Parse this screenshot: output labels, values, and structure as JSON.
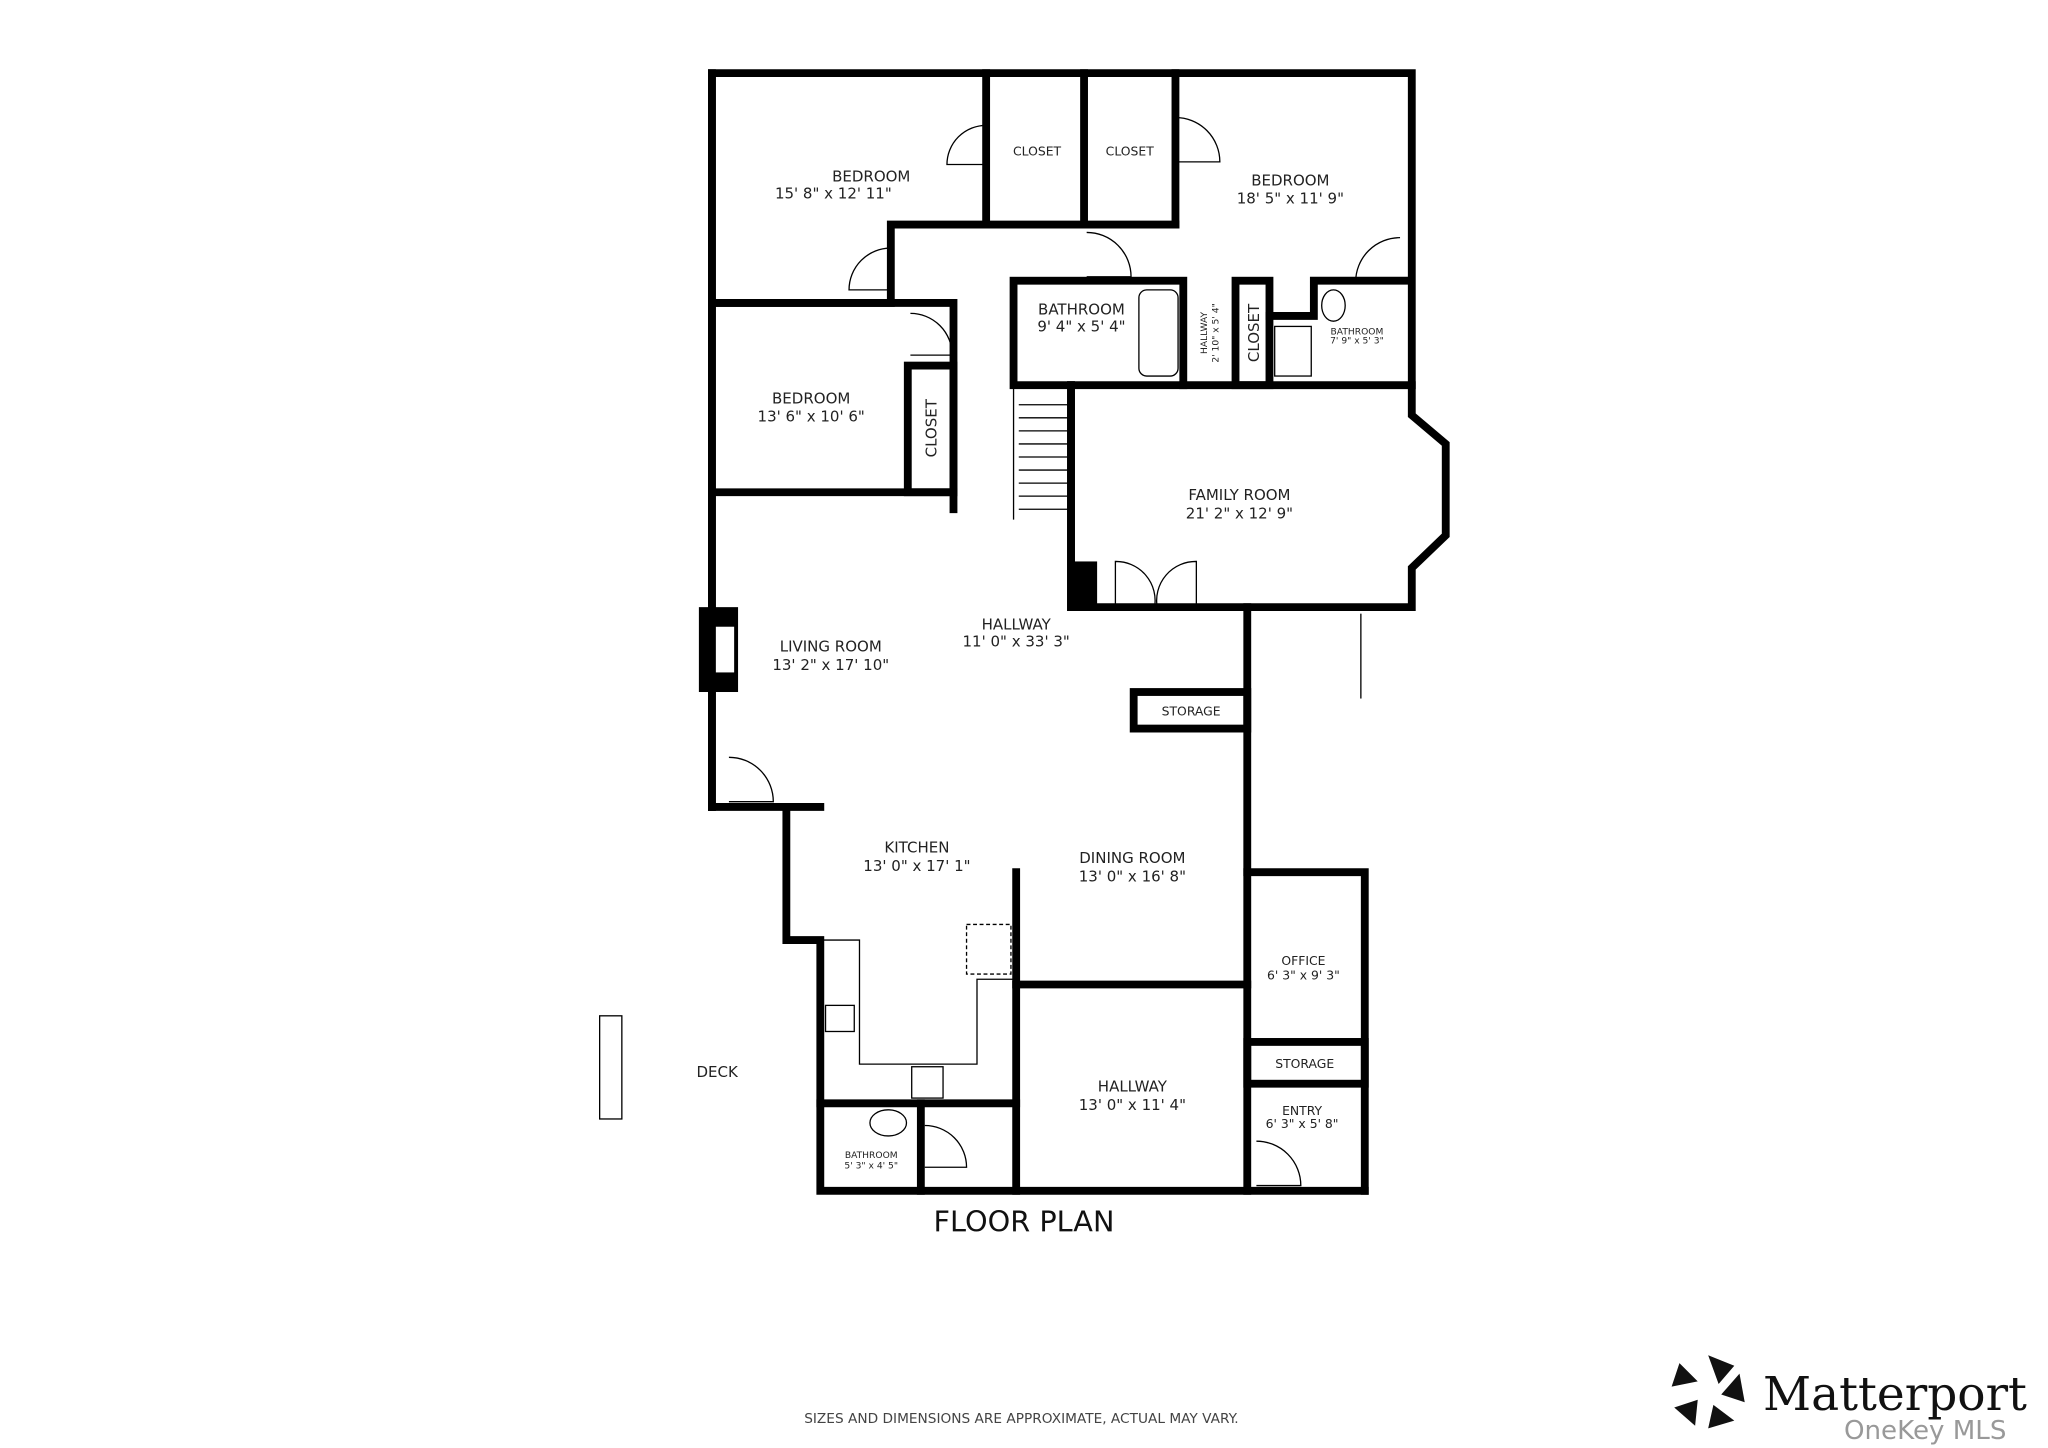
{
  "title": "FLOOR PLAN",
  "disclaimer": "SIZES AND DIMENSIONS ARE APPROXIMATE, ACTUAL MAY VARY.",
  "brand": "Matterport",
  "watermark": "OneKey MLS",
  "rooms": [
    {
      "name": "BEDROOM",
      "dims": "15' 8\" x 12' 11\""
    },
    {
      "name": "BEDROOM",
      "dims": "18' 5\" x 11' 9\""
    },
    {
      "name": "BEDROOM",
      "dims": "13' 6\" x 10' 6\""
    },
    {
      "name": "BATHROOM",
      "dims": "9' 4\" x 5' 4\""
    },
    {
      "name": "HALLWAY",
      "dims": "2' 10\" x 5' 4\""
    },
    {
      "name": "BATHROOM",
      "dims": "7' 9\" x 5' 3\""
    },
    {
      "name": "FAMILY ROOM",
      "dims": "21' 2\" x 12' 9\""
    },
    {
      "name": "HALLWAY",
      "dims": "11' 0\" x 33' 3\""
    },
    {
      "name": "LIVING ROOM",
      "dims": "13' 2\" x 17' 10\""
    },
    {
      "name": "KITCHEN",
      "dims": "13' 0\" x 17' 1\""
    },
    {
      "name": "DINING ROOM",
      "dims": "13' 0\" x 16' 8\""
    },
    {
      "name": "OFFICE",
      "dims": "6' 3\" x 9' 3\""
    },
    {
      "name": "HALLWAY",
      "dims": "13' 0\" x 11' 4\""
    },
    {
      "name": "ENTRY",
      "dims": "6' 3\" x 5' 8\""
    },
    {
      "name": "BATHROOM",
      "dims": "5' 3\" x 4' 5\""
    }
  ],
  "closets": [
    "CLOSET",
    "CLOSET",
    "CLOSET",
    "CLOSET"
  ],
  "storage": [
    "STORAGE",
    "STORAGE"
  ],
  "deck": "DECK"
}
